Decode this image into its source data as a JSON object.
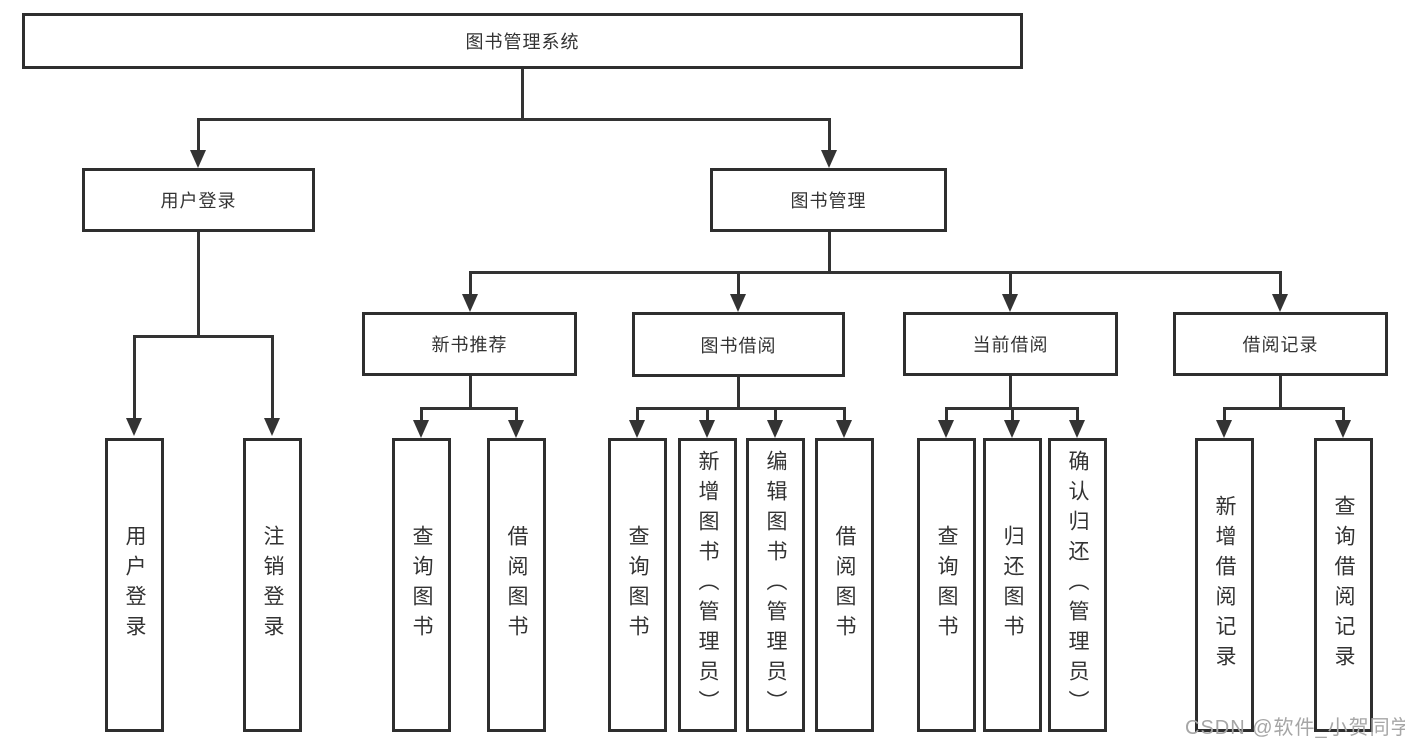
{
  "diagram_type": "tree-structure-chart",
  "nodes": {
    "root": {
      "label": "图书管理系统"
    },
    "user_login": {
      "label": "用户登录",
      "parent": "图书管理系统"
    },
    "book_mgmt": {
      "label": "图书管理",
      "parent": "图书管理系统"
    },
    "new_book_recommend": {
      "label": "新书推荐",
      "parent": "图书管理"
    },
    "book_borrow": {
      "label": "图书借阅",
      "parent": "图书管理"
    },
    "current_borrow": {
      "label": "当前借阅",
      "parent": "图书管理"
    },
    "borrow_records": {
      "label": "借阅记录",
      "parent": "图书管理"
    }
  },
  "leaves": [
    {
      "label": "用户登录",
      "parent": "用户登录"
    },
    {
      "label": "注销登录",
      "parent": "用户登录"
    },
    {
      "label": "查询图书",
      "parent": "新书推荐"
    },
    {
      "label": "借阅图书",
      "parent": "新书推荐"
    },
    {
      "label": "查询图书",
      "parent": "图书借阅"
    },
    {
      "label": "新增图书（管理员）",
      "parent": "图书借阅"
    },
    {
      "label": "编辑图书（管理员）",
      "parent": "图书借阅"
    },
    {
      "label": "借阅图书",
      "parent": "图书借阅"
    },
    {
      "label": "查询图书",
      "parent": "当前借阅"
    },
    {
      "label": "归还图书",
      "parent": "当前借阅"
    },
    {
      "label": "确认归还（管理员）",
      "parent": "当前借阅"
    },
    {
      "label": "新增借阅记录",
      "parent": "借阅记录"
    },
    {
      "label": "查询借阅记录",
      "parent": "借阅记录"
    }
  ],
  "watermark": {
    "text": "CSDN @软件_小贺同学"
  },
  "colors": {
    "line": "#333333",
    "box_border": "#2e2e2e",
    "text": "#333333",
    "watermark": "#a6a6a6",
    "background": "#ffffff"
  }
}
